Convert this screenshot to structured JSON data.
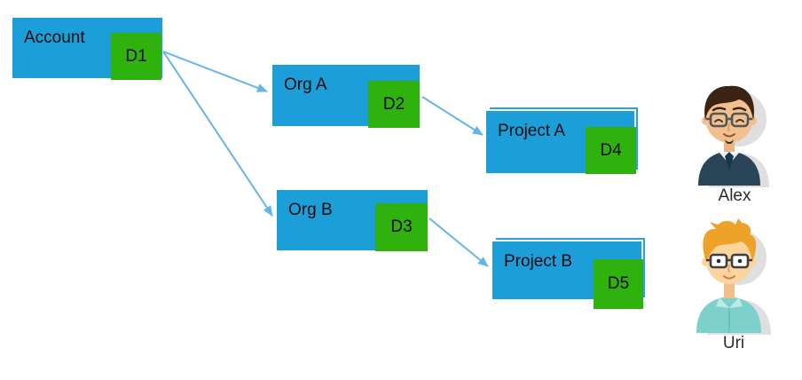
{
  "diagram": {
    "nodes": [
      {
        "id": "account",
        "label": "Account",
        "badge": "D1"
      },
      {
        "id": "org-a",
        "label": "Org A",
        "badge": "D2"
      },
      {
        "id": "org-b",
        "label": "Org B",
        "badge": "D3"
      },
      {
        "id": "project-a",
        "label": "Project A",
        "badge": "D4"
      },
      {
        "id": "project-b",
        "label": "Project B",
        "badge": "D5"
      }
    ],
    "edges": [
      {
        "from": "Account",
        "to": "Org A"
      },
      {
        "from": "Account",
        "to": "Org B"
      },
      {
        "from": "Org A",
        "to": "Project A"
      },
      {
        "from": "Org B",
        "to": "Project B"
      }
    ],
    "colors": {
      "node_fill": "#1C9ED9",
      "badge_fill": "#2FB10E",
      "arrow": "#63B5E8"
    }
  },
  "users": [
    {
      "name": "Alex"
    },
    {
      "name": "Uri"
    }
  ]
}
